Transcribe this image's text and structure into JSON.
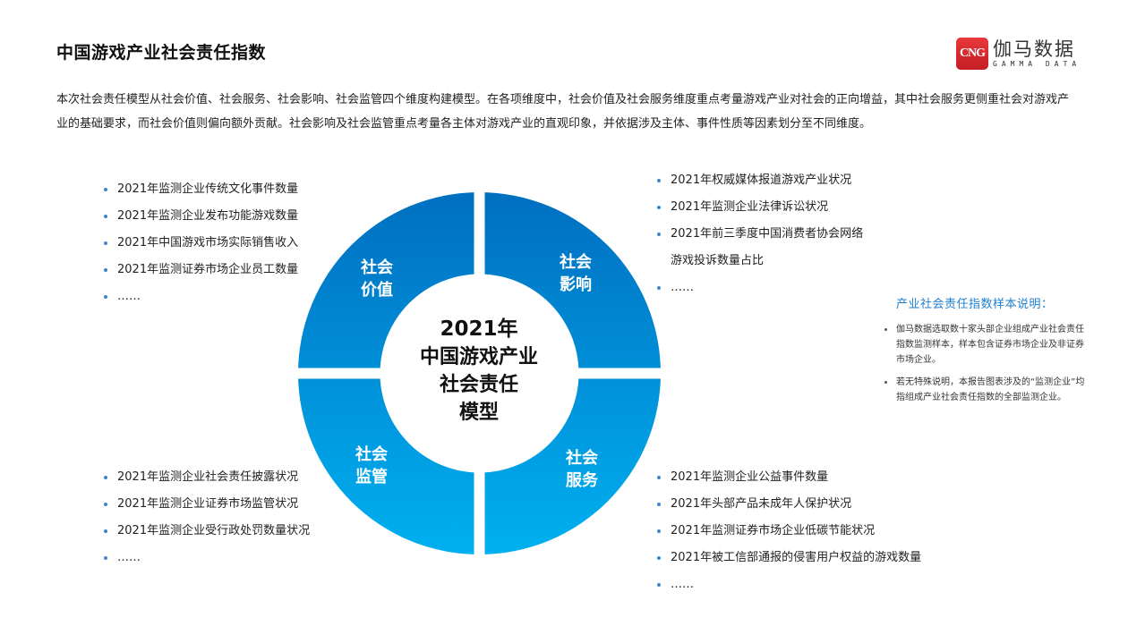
{
  "header": {
    "title": "中国游戏产业社会责任指数",
    "logo": {
      "mark": "CNG",
      "cn": "伽马数据",
      "en": "GAMMA DATA",
      "color": "#d7262a"
    }
  },
  "intro": "本次社会责任模型从社会价值、社会服务、社会影响、社会监管四个维度构建模型。在各项维度中，社会价值及社会服务维度重点考量游戏产业对社会的正向增益，其中社会服务更侧重社会对游戏产业的基础要求，而社会价值则偏向额外贡献。社会影响及社会监管重点考量各主体对游戏产业的直观印象，并依据涉及主体、事件性质等因素划分至不同维度。",
  "diagram": {
    "center": [
      "2021年",
      "中国游戏产业",
      "社会责任",
      "模型"
    ],
    "gradient": {
      "top": "#006fc0",
      "bottom": "#00b0f0"
    },
    "segments": {
      "value": [
        "社会",
        "价值"
      ],
      "impact": [
        "社会",
        "影响"
      ],
      "supervise": [
        "社会",
        "监管"
      ],
      "service": [
        "社会",
        "服务"
      ]
    }
  },
  "lists": {
    "value": [
      "2021年监测企业传统文化事件数量",
      "2021年监测企业发布功能游戏数量",
      "2021年中国游戏市场实际销售收入",
      "2021年监测证券市场企业员工数量",
      "……"
    ],
    "impact": [
      "2021年权威媒体报道游戏产业状况",
      "2021年监测企业法律诉讼状况",
      "2021年前三季度中国消费者协会网络",
      "游戏投诉数量占比",
      "……"
    ],
    "supervise": [
      "2021年监测企业社会责任披露状况",
      "2021年监测企业证券市场监管状况",
      "2021年监测企业受行政处罚数量状况",
      "……"
    ],
    "service": [
      "2021年监测企业公益事件数量",
      "2021年头部产品未成年人保护状况",
      "2021年监测证券市场企业低碳节能状况",
      "2021年被工信部通报的侵害用户权益的游戏数量",
      "……"
    ]
  },
  "note": {
    "title": "产业社会责任指数样本说明：",
    "items": [
      "伽马数据选取数十家头部企业组成产业社会责任指数监测样本，样本包含证券市场企业及非证券市场企业。",
      "若无特殊说明，本报告图表涉及的“监测企业”均指组成产业社会责任指数的全部监测企业。"
    ]
  }
}
